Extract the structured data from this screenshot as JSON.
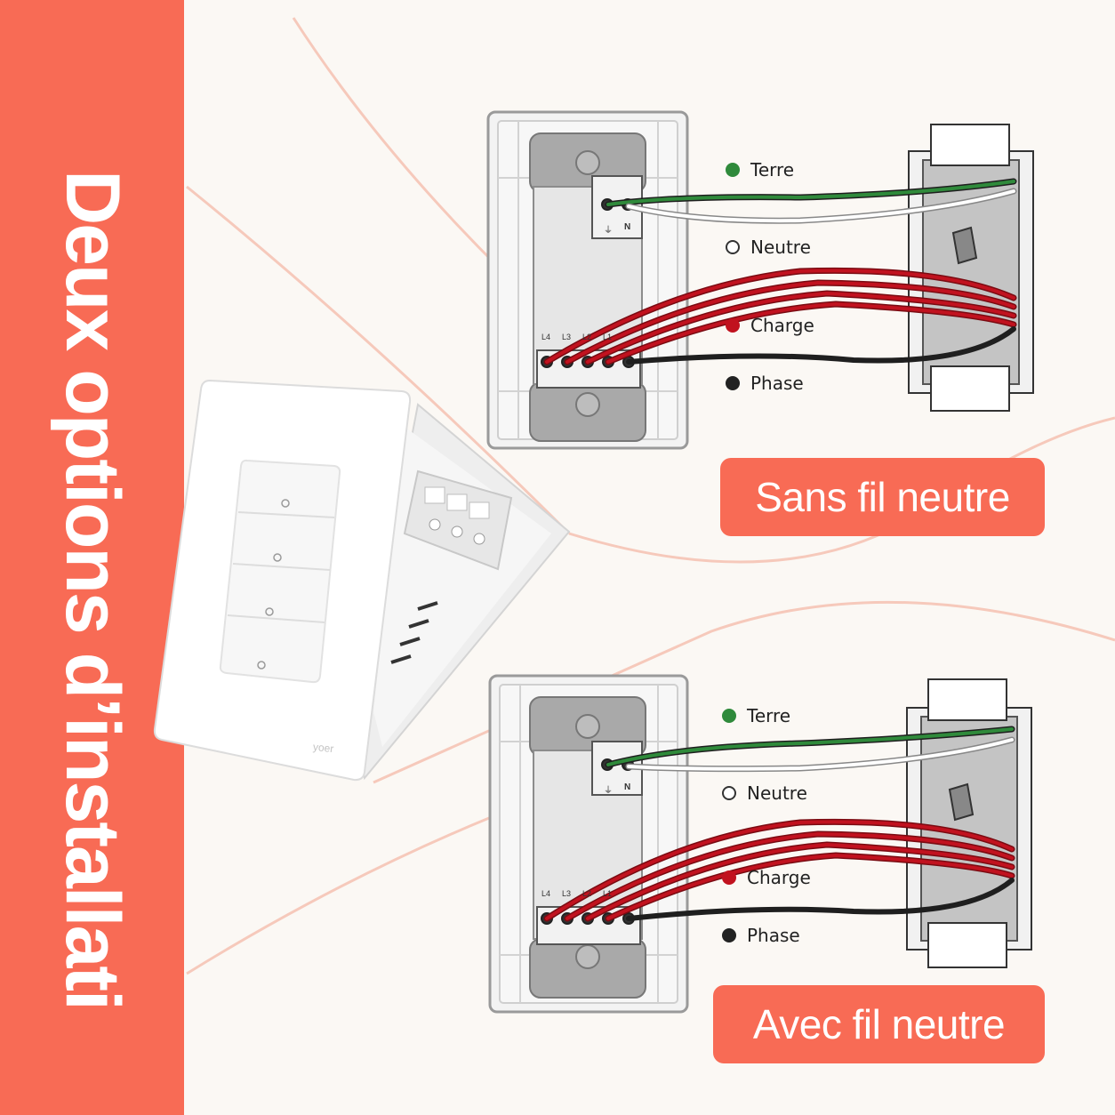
{
  "title": "Deux options d’installati",
  "colors": {
    "accent": "#f86b55",
    "earth": "#2f8a3b",
    "neutral": "#ffffff",
    "load": "#c1121f",
    "line": "#222222"
  },
  "brand": "yoer",
  "diagrams": [
    {
      "label": "Sans fil neutre",
      "legend": {
        "earth": "Terre",
        "neutral": "Neutre",
        "load": "Charge",
        "line": "Phase"
      },
      "terminals": {
        "earth": "⏚",
        "neutral": "N",
        "loads": [
          "L4",
          "L3",
          "L2",
          "L1"
        ]
      }
    },
    {
      "label": "Avec fil neutre",
      "legend": {
        "earth": "Terre",
        "neutral": "Neutre",
        "load": "Charge",
        "line": "Phase"
      },
      "terminals": {
        "earth": "⏚",
        "neutral": "N",
        "loads": [
          "L4",
          "L3",
          "L2",
          "L1"
        ]
      }
    }
  ]
}
